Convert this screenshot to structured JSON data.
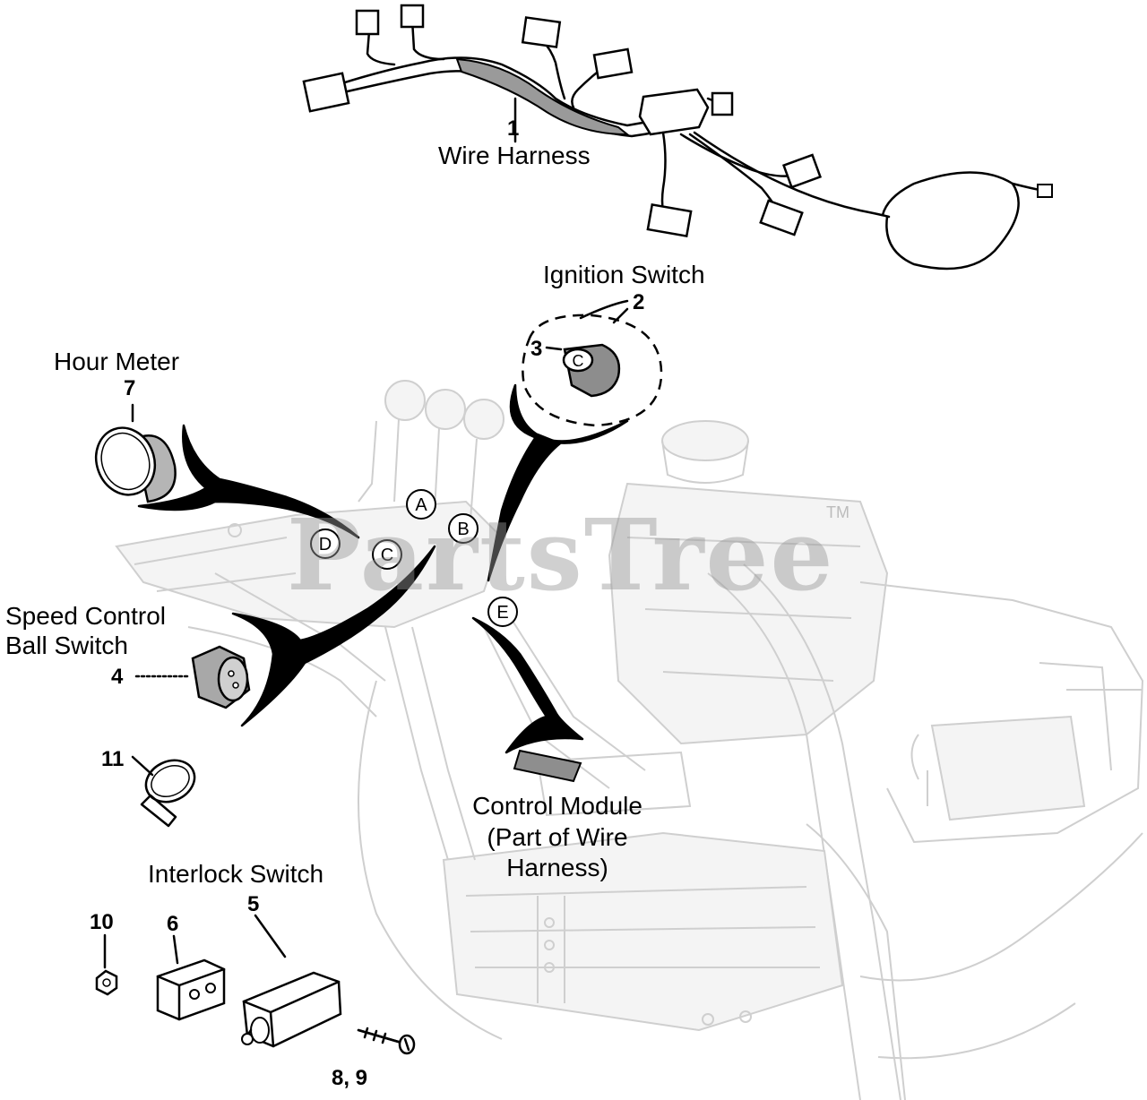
{
  "labels": {
    "wire_harness": "Wire Harness",
    "ignition_switch": "Ignition Switch",
    "hour_meter": "Hour Meter",
    "speed_control_line1": "Speed Control",
    "speed_control_line2": "Ball Switch",
    "control_module_line1": "Control Module",
    "control_module_line2": "(Part of Wire",
    "control_module_line3": "Harness)",
    "interlock_switch": "Interlock Switch"
  },
  "part_numbers": {
    "wire_harness": "1",
    "ignition_switch": "2",
    "ignition_key": "3",
    "speed_control": "4",
    "interlock_switch": "5",
    "interlock_bracket": "6",
    "hour_meter": "7",
    "screw": "8, 9",
    "nut": "10",
    "cable_tie": "11"
  },
  "callouts": {
    "a": "A",
    "b": "B",
    "c": "C",
    "d": "D",
    "e": "E",
    "key": "C"
  },
  "watermark": {
    "text": "PartsTree",
    "trademark": "TM"
  }
}
